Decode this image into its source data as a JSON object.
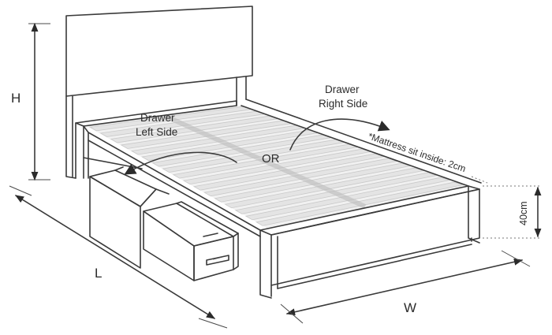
{
  "labels": {
    "height": "H",
    "length": "L",
    "width": "W",
    "drawer_left_line1": "Drawer",
    "drawer_left_line2": "Left Side",
    "drawer_right_line1": "Drawer",
    "drawer_right_line2": "Right Side",
    "or": "OR",
    "mattress_note": "*Mattress sit inside: 2cm",
    "side_height": "40cm"
  },
  "colors": {
    "line": "#3a3a3a",
    "slat": "#e4e4e4"
  }
}
